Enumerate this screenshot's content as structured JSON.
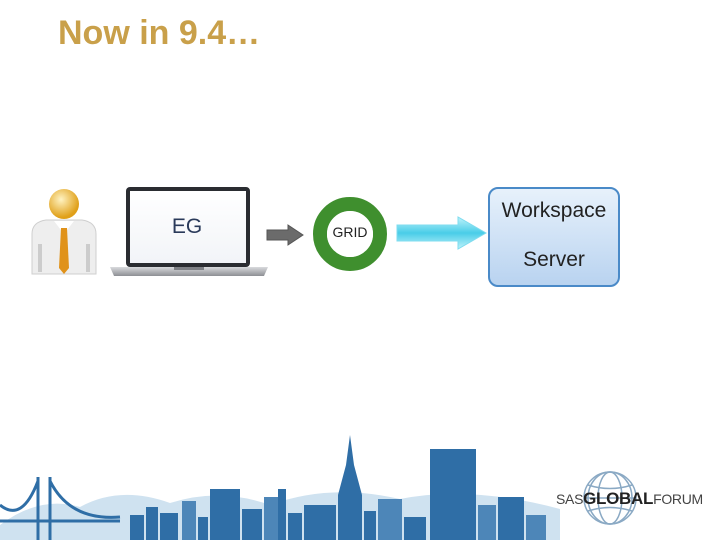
{
  "slide": {
    "title": "Now in 9.4…"
  },
  "diagram": {
    "client_label": "EG",
    "grid_label": "GRID",
    "server_line1": "Workspace",
    "server_line2": "Server"
  },
  "footer": {
    "logo_prefix": "SAS",
    "logo_bold": "GLOBAL",
    "logo_suffix": "FORUM"
  },
  "colors": {
    "title": "#c9a04a",
    "grid_ring": "#3f8f2e",
    "skyline": "#2f6ea6",
    "server_border": "#4a8ac8"
  }
}
